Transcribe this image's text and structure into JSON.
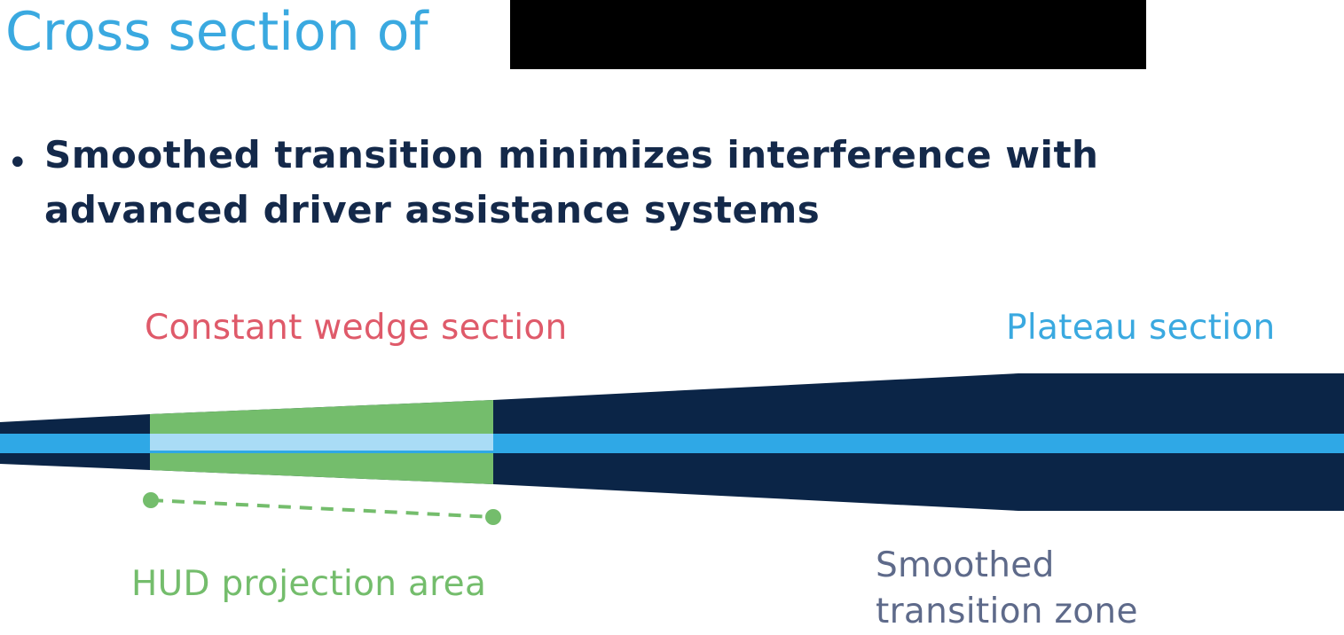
{
  "slide": {
    "title": "Cross section of",
    "bullet_text_line1": "Smoothed transition minimizes interference with",
    "bullet_text_line2": "advanced driver assistance systems",
    "bullet_glyph": "•"
  },
  "diagram": {
    "labels": {
      "constant_wedge": "Constant wedge section",
      "plateau": "Plateau section",
      "hud_area": "HUD projection area",
      "smoothed_line1": "Smoothed",
      "smoothed_line2": "transition zone"
    }
  },
  "colors": {
    "title": "#3aa9e0",
    "bullet_text": "#14294a",
    "glass_body": "#0b2547",
    "interlayer": "#2fa8e6",
    "interlayer_hud": "#a9dcf6",
    "hud_zone": "#74bd6c",
    "wedge_label": "#df5a6a",
    "plateau_label": "#3aa9e0",
    "hud_label": "#74bd6c",
    "smoothed_label": "#5e6a8a",
    "redaction": "#000000"
  }
}
